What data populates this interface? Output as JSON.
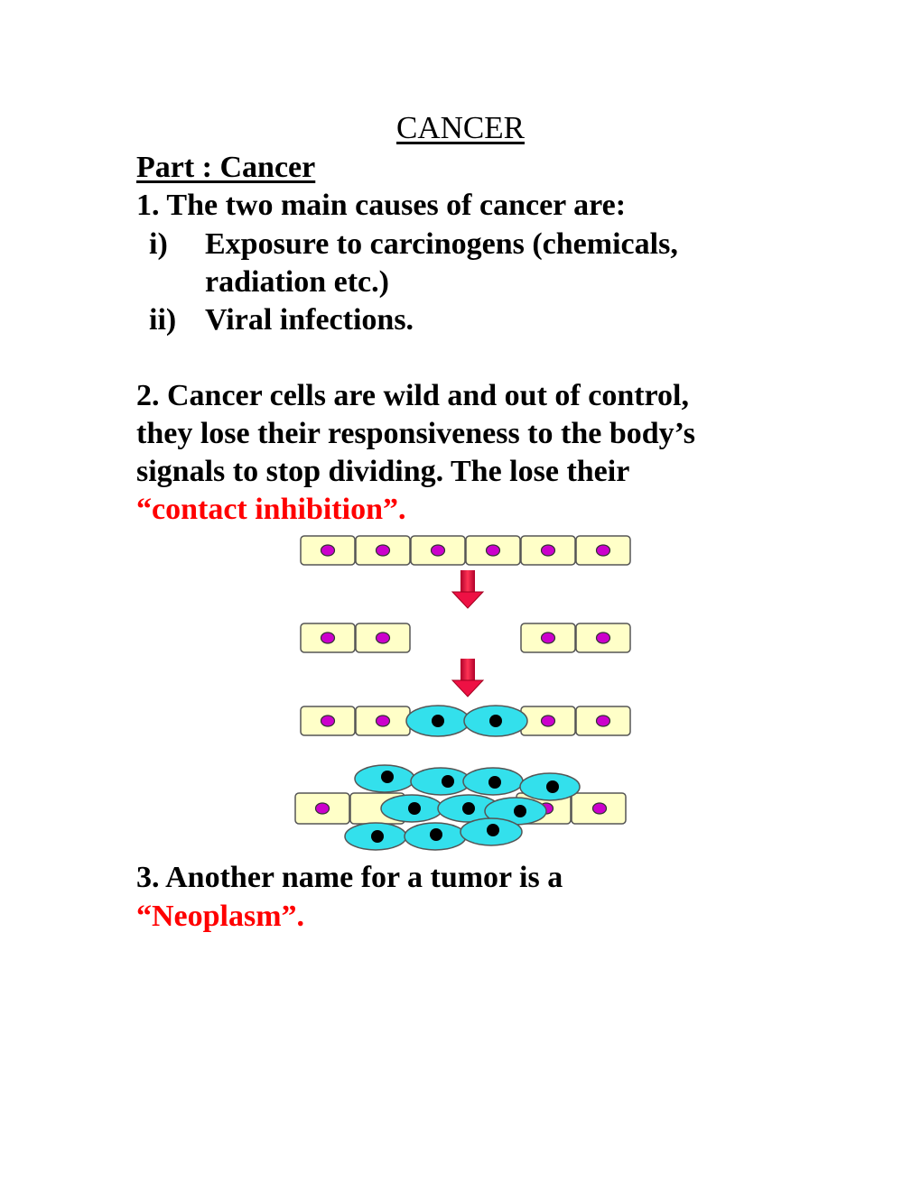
{
  "document": {
    "title": "CANCER",
    "part_heading": "Part : Cancer",
    "item1": {
      "heading": "1. The two main causes of cancer are:",
      "sub": [
        {
          "marker": "i)",
          "line1": "Exposure to carcinogens (chemicals,",
          "line2": "radiation etc.)"
        },
        {
          "marker": "ii)",
          "line1": "Viral infections."
        }
      ]
    },
    "item2": {
      "line1": "2. Cancer cells are wild and out of control,",
      "line2": "they lose their responsiveness to the body’s",
      "line3": "signals to stop dividing.  The lose their",
      "highlight": "“contact inhibition”."
    },
    "item3": {
      "line1": "3. Another name for a tumor is a",
      "highlight": "“Neoplasm”."
    }
  },
  "colors": {
    "highlight": "#ff0000",
    "normal_cell_fill": "#ffffc8",
    "normal_nucleus": "#cc00cc",
    "cancer_cell_fill": "#33e0ec",
    "cancer_nucleus": "#000000",
    "arrow": "#ee1144"
  }
}
